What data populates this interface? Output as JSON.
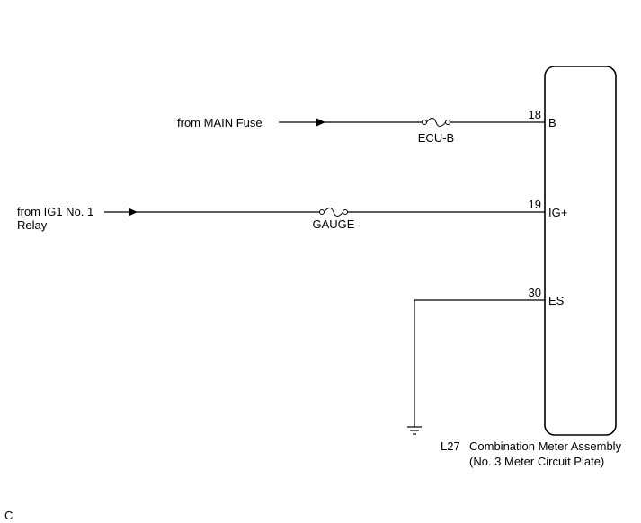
{
  "sources": {
    "main_fuse": "from MAIN Fuse",
    "ig1_relay_line1": "from IG1 No. 1",
    "ig1_relay_line2": "Relay"
  },
  "fuses": {
    "ecu_b": "ECU-B",
    "gauge": "GAUGE"
  },
  "pins": [
    {
      "number": "18",
      "name": "B"
    },
    {
      "number": "19",
      "name": "IG+"
    },
    {
      "number": "30",
      "name": "ES"
    }
  ],
  "component": {
    "code": "L27",
    "name": "Combination Meter Assembly",
    "subname": "(No. 3 Meter Circuit Plate)"
  },
  "corner_label": "C"
}
